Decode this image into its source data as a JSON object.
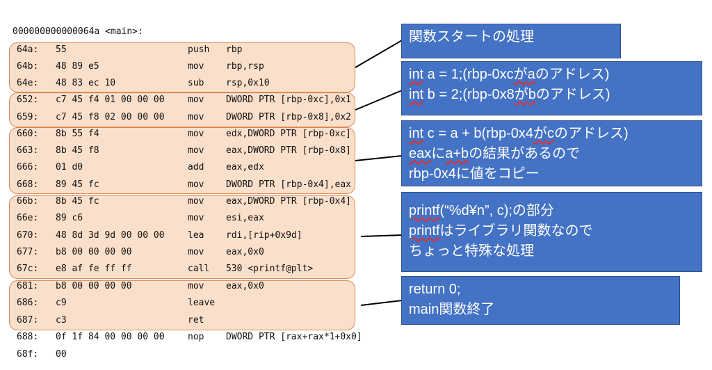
{
  "header": "000000000000064a <main>:",
  "rows": [
    {
      "addr": "64a:",
      "bytes": "55",
      "mn": "push",
      "op": "rbp"
    },
    {
      "addr": "64b:",
      "bytes": "48 89 e5",
      "mn": "mov",
      "op": "rbp,rsp"
    },
    {
      "addr": "64e:",
      "bytes": "48 83 ec 10",
      "mn": "sub",
      "op": "rsp,0x10"
    },
    {
      "addr": "652:",
      "bytes": "c7 45 f4 01 00 00 00",
      "mn": "mov",
      "op": "DWORD PTR [rbp-0xc],0x1"
    },
    {
      "addr": "659:",
      "bytes": "c7 45 f8 02 00 00 00",
      "mn": "mov",
      "op": "DWORD PTR [rbp-0x8],0x2"
    },
    {
      "addr": "660:",
      "bytes": "8b 55 f4",
      "mn": "mov",
      "op": "edx,DWORD PTR [rbp-0xc]"
    },
    {
      "addr": "663:",
      "bytes": "8b 45 f8",
      "mn": "mov",
      "op": "eax,DWORD PTR [rbp-0x8]"
    },
    {
      "addr": "666:",
      "bytes": "01 d0",
      "mn": "add",
      "op": "eax,edx"
    },
    {
      "addr": "668:",
      "bytes": "89 45 fc",
      "mn": "mov",
      "op": "DWORD PTR [rbp-0x4],eax"
    },
    {
      "addr": "66b:",
      "bytes": "8b 45 fc",
      "mn": "mov",
      "op": "eax,DWORD PTR [rbp-0x4]"
    },
    {
      "addr": "66e:",
      "bytes": "89 c6",
      "mn": "mov",
      "op": "esi,eax"
    },
    {
      "addr": "670:",
      "bytes": "48 8d 3d 9d 00 00 00",
      "mn": "lea",
      "op": "rdi,[rip+0x9d]"
    },
    {
      "addr": "677:",
      "bytes": "b8 00 00 00 00",
      "mn": "mov",
      "op": "eax,0x0"
    },
    {
      "addr": "67c:",
      "bytes": "e8 af fe ff ff",
      "mn": "call",
      "op": "530 <printf@plt>"
    },
    {
      "addr": "681:",
      "bytes": "b8 00 00 00 00",
      "mn": "mov",
      "op": "eax,0x0"
    },
    {
      "addr": "686:",
      "bytes": "c9",
      "mn": "leave",
      "op": ""
    },
    {
      "addr": "687:",
      "bytes": "c3",
      "mn": "ret",
      "op": ""
    },
    {
      "addr": "688:",
      "bytes": "0f 1f 84 00 00 00 00",
      "mn": "nop",
      "op": "DWORD PTR [rax+rax*1+0x0]"
    },
    {
      "addr": "68f:",
      "bytes": "00",
      "mn": "",
      "op": ""
    }
  ],
  "notes": [
    {
      "lines": [
        [
          "関数スタートの処理"
        ]
      ]
    },
    {
      "lines": [
        [
          "int",
          "␣a = 1;(",
          "rbp-0xc",
          "が",
          "a",
          "のアドレス)"
        ],
        [
          "int",
          "␣b = 2;(",
          "rbp-0x8",
          "が",
          "b",
          "のアドレス)"
        ]
      ]
    },
    {
      "lines": [
        [
          "int",
          "␣c = a + b(",
          "rbp-0x4",
          "が",
          "c",
          "のアドレス)"
        ],
        [
          "eax",
          "に",
          "a+b",
          "の結果があるので"
        ],
        [
          "rbp-0x4に値をコピー"
        ]
      ]
    },
    {
      "lines": [
        [
          "printf",
          "(“%d¥n”, c);の部分"
        ],
        [
          "printf",
          "はライブラリ関数なので"
        ],
        [
          "ちょっと特殊な処理"
        ]
      ]
    },
    {
      "lines": [
        [
          "return 0;"
        ],
        [
          "main関数終了"
        ]
      ]
    }
  ],
  "colors": {
    "group_fill": "#f6c4a0",
    "group_border": "#d98a55",
    "note_fill": "#4472c4",
    "note_border": "#2f528f"
  }
}
